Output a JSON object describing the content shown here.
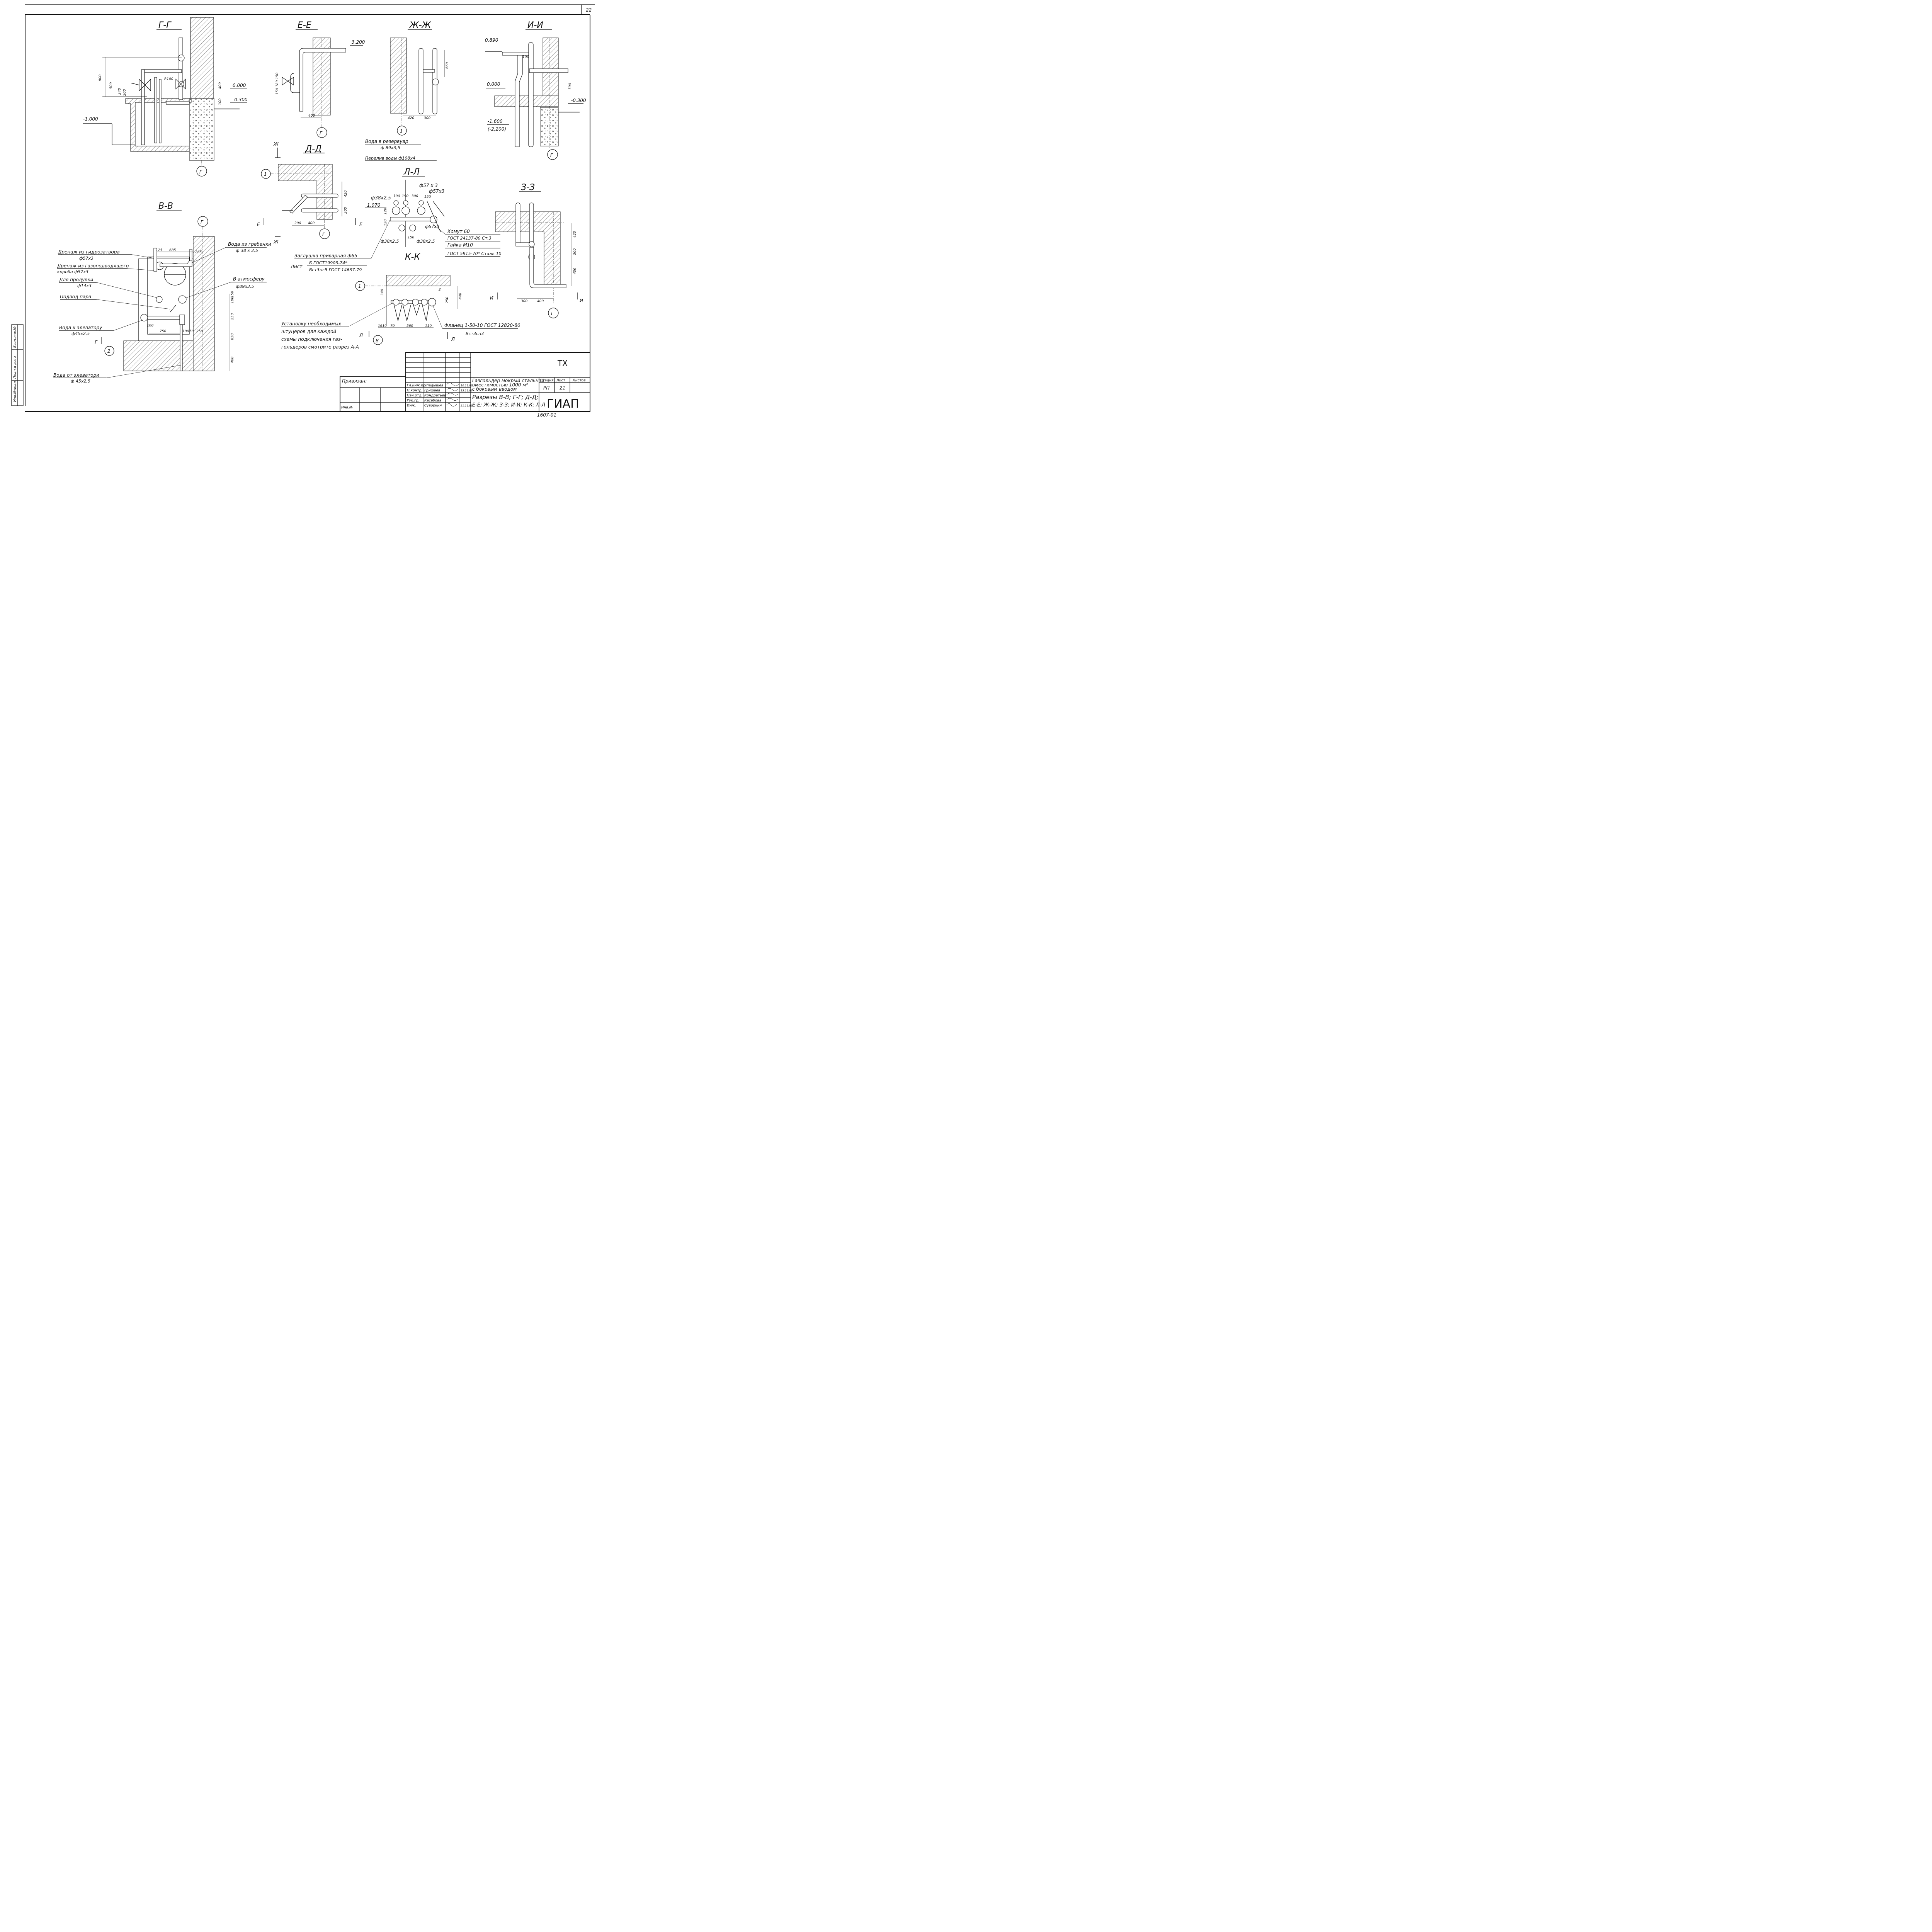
{
  "sheet": {
    "sheet_number": "22",
    "drawing_code": "1607-01",
    "doc_type": "ТХ"
  },
  "sections": {
    "gg": {
      "title": "Г-Г",
      "dims": [
        "800",
        "500",
        "240",
        "200",
        "400",
        "100",
        "R100"
      ],
      "levels": [
        "0.000",
        "-0.300",
        "-1.000"
      ],
      "axis": "Г"
    },
    "ee": {
      "title": "Е-Е",
      "dims": [
        "150 180 150",
        "400"
      ],
      "levels": [
        "3.200"
      ],
      "axis": "Г"
    },
    "zhzh": {
      "title": "Ж-Ж",
      "dims": [
        "660",
        "420",
        "300"
      ],
      "axis": "1",
      "notes": [
        "Вода в резервуар",
        "ф 89х3,5",
        "Перелив воды ф108х4"
      ]
    },
    "ii": {
      "title": "И-И",
      "dims": [
        "100",
        "500"
      ],
      "levels": [
        "0.890",
        "0,000",
        "-0.300",
        "-1.600",
        "(-2,200)"
      ],
      "axis": "Г"
    },
    "dd": {
      "title": "Д-Д",
      "dims": [
        "420",
        "300",
        "200",
        "400"
      ],
      "axis1": "1",
      "axis2": "Г",
      "marks": [
        "Ж",
        "Ж",
        "Е",
        "Е"
      ]
    },
    "ll": {
      "title": "Л-Л",
      "dims": [
        "ф57 х 3",
        "ф57х3",
        "ф38х2,5",
        "100",
        "190",
        "300",
        "150",
        "1.070",
        "120",
        "120",
        "ф57х3",
        "ф38х2,5",
        "150",
        "ф38х2,5"
      ],
      "marks": [
        "Е"
      ]
    },
    "vv": {
      "title": "В-В",
      "axis1": "Г",
      "axis2": "2",
      "dims": [
        "125",
        "685",
        "265",
        "250",
        "100",
        "150",
        "100",
        "750",
        "100",
        "50",
        "250",
        "650",
        "400"
      ],
      "marks": [
        "Г"
      ]
    },
    "zz": {
      "title": "З-З",
      "dims": [
        "420",
        "300",
        "400",
        "300",
        "400"
      ],
      "axis": "Г",
      "marks": [
        "И",
        "И"
      ]
    },
    "kk": {
      "title": "К-К",
      "dims": [
        "340",
        "2",
        "250",
        "440",
        "1610",
        "70",
        "560",
        "110"
      ],
      "axis1": "1",
      "axis2": "В",
      "marks": [
        "Л",
        "Л"
      ]
    }
  },
  "callouts": {
    "drain_hydro": "Дренаж из гидрозатвора",
    "drain_hydro_size": "ф57х3",
    "drain_gas": "Дренаж из газоподводящего",
    "drain_gas2": "короба   ф57х3",
    "purge": "Для продувки",
    "purge_size": "ф14х3",
    "steam": "Подвод пара",
    "to_elevator": "Вода к элеватору",
    "to_elevator_size": "ф45х2,5",
    "from_elevator": "Вода от элеватори",
    "from_elevator_size": "ф 45х2,5",
    "from_comb": "Вода из гребенки",
    "from_comb_size": "ф 38 х 2,5",
    "atmos": "В атмосферу",
    "atmos_size": "ф89х3,5",
    "plug": "Заглушка приварная ф65",
    "plug_sheet_label": "Лист",
    "plug_b": "Б ГОСТ19903-74*",
    "plug_steel": "Вст3пс5 ГОСТ 14637-79",
    "clamp": "Хомут 60",
    "clamp_gost": "ГОСТ 24137-80 Ст.3",
    "nut": "Гайка М10",
    "nut_gost": "ГОСТ 5915-70* Сталь 10",
    "flange": "Фланец 1-50-10 ГОСТ 12820-80",
    "flange_steel": "Вст3сп3",
    "install1": "Установку необходимых",
    "install2": "штуцеров для каждой",
    "install3": "схемы подключения газ-",
    "install4": "гольдеров смотрите разрез А-А"
  },
  "title_block": {
    "bound": "Привязан:",
    "inv": "Инв.№",
    "roles": [
      "Гл.инж.пр.",
      "Н.контр.",
      "Нач.отд.",
      "Рук.гр.",
      "Инж."
    ],
    "names": [
      "Упадышев",
      "Гришаев",
      "Кондратьев",
      "Касабова",
      "Суворкин"
    ],
    "dates": [
      "10.11.83",
      "13.11.83",
      "",
      "",
      "21.11.83"
    ],
    "project": "Газгольдер мокрый стальной",
    "project2": "вместимостью 1000 м³",
    "project3": "с боковым вводом",
    "sheet_title": "Разрезы В-В; Г-Г; Д-Д;",
    "sheet_title2": "Е-Е; Ж-Ж; З-З; И-И; К-К; Л-Л",
    "stage_h": "Стадия",
    "sheet_h": "Лист",
    "sheets_h": "Листов",
    "stage": "РП",
    "sheet": "21",
    "org": "ГИАП"
  },
  "side_stamp": [
    "Инв.№подл.",
    "Подп.и дата",
    "Взам.инв.№"
  ]
}
